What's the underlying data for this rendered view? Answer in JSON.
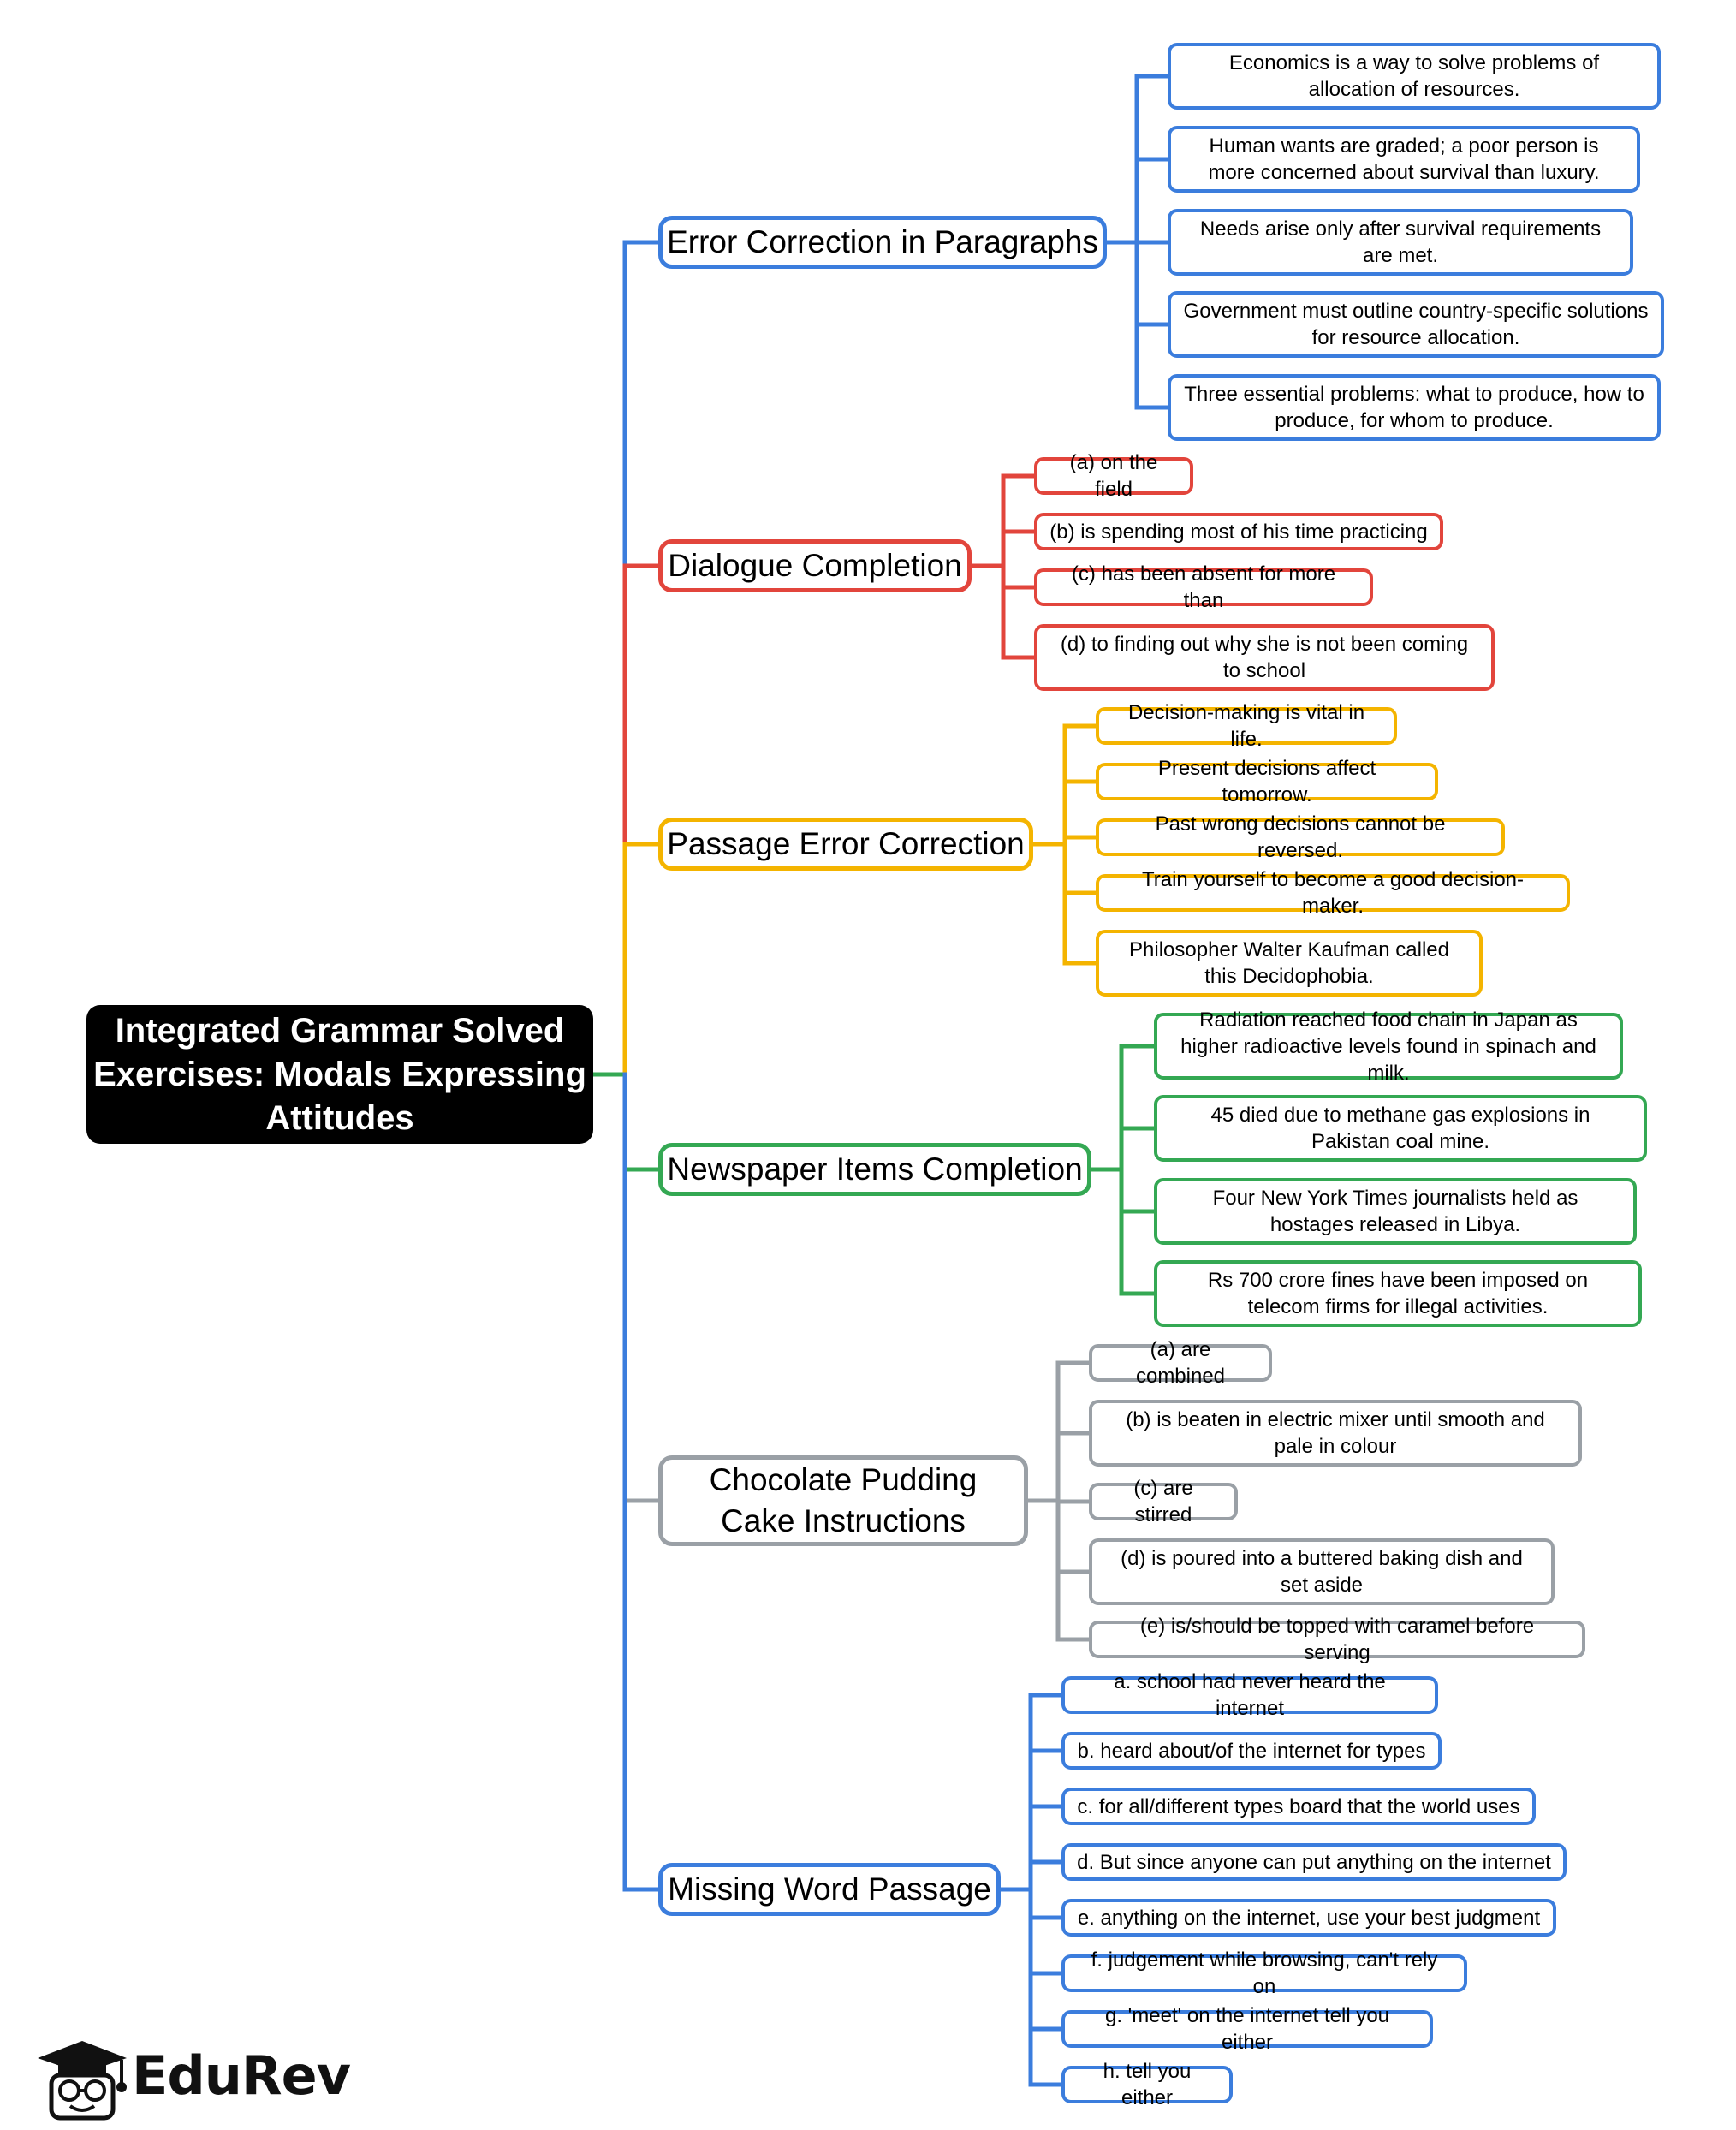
{
  "root": {
    "title": "Integrated Grammar Solved Exercises: Modals Expressing Attitudes"
  },
  "colors": {
    "blue": "#3b7ddd",
    "red": "#e2453c",
    "yellow": "#f4b400",
    "green": "#34a853",
    "gray": "#9aa0a6"
  },
  "branches": [
    {
      "label": "Error Correction in Paragraphs",
      "color": "blue",
      "items": [
        "Economics is a way to solve problems of allocation of resources.",
        "Human wants are graded; a poor person is more concerned about survival than luxury.",
        "Needs arise only after survival requirements are met.",
        "Government must outline country-specific solutions for resource allocation.",
        "Three essential problems: what to produce, how to produce, for whom to produce."
      ]
    },
    {
      "label": "Dialogue Completion",
      "color": "red",
      "items": [
        "(a) on the field",
        "(b) is spending most of his time practicing",
        "(c) has been absent for more than",
        "(d) to finding out why she is not been coming to school"
      ]
    },
    {
      "label": "Passage Error Correction",
      "color": "yellow",
      "items": [
        "Decision-making is vital in life.",
        "Present decisions affect tomorrow.",
        "Past wrong decisions cannot be reversed.",
        "Train yourself to become a good decision-maker.",
        "Philosopher Walter Kaufman called this Decidophobia."
      ]
    },
    {
      "label": "Newspaper Items Completion",
      "color": "green",
      "items": [
        "Radiation reached food chain in Japan as higher radioactive levels found in spinach and milk.",
        "45 died due to methane gas explosions in Pakistan coal mine.",
        "Four New York Times journalists held as hostages released in Libya.",
        "Rs 700 crore fines have been imposed on telecom firms for illegal activities."
      ]
    },
    {
      "label": "Chocolate Pudding Cake Instructions",
      "color": "gray",
      "items": [
        "(a) are combined",
        "(b) is beaten in electric mixer until smooth and pale in colour",
        "(c) are stirred",
        "(d) is poured into a buttered baking dish and set aside",
        "(e) is/should be topped with caramel before serving"
      ]
    },
    {
      "label": "Missing Word Passage",
      "color": "blue",
      "items": [
        "a. school had never heard the internet",
        "b. heard about/of the internet for types",
        "c. for all/different types board that the world uses",
        "d. But since anyone can put anything on the internet",
        "e. anything on the internet, use your best judgment",
        "f. judgement while browsing, can't rely on",
        "g. 'meet' on the internet tell you either",
        "h. tell you either"
      ]
    }
  ],
  "brand": {
    "name": "EduRev",
    "icon": "graduate-mascot-icon"
  }
}
